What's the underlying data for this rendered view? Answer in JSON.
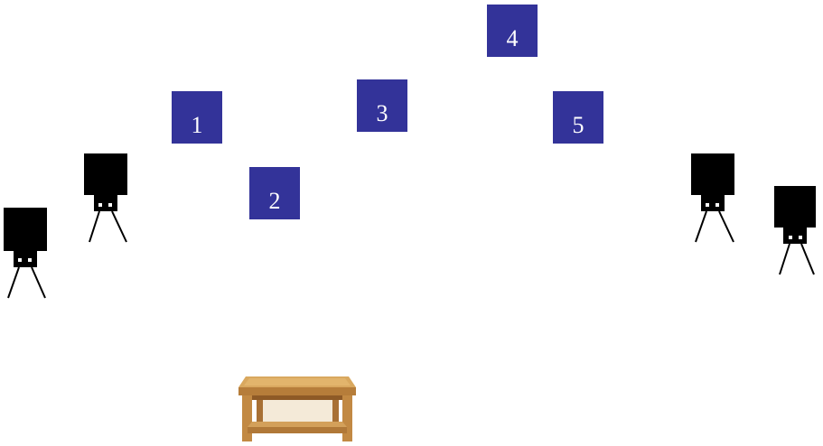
{
  "boxes": [
    {
      "label": "1"
    },
    {
      "label": "2"
    },
    {
      "label": "3"
    },
    {
      "label": "4"
    },
    {
      "label": "5"
    }
  ],
  "colors": {
    "box_fill": "#333399",
    "box_text": "#ffffff",
    "speaker": "#000000",
    "table_wood": "#c8944a"
  },
  "icons": {
    "speaker": "speaker-stand-icon",
    "table": "wooden-coffee-table-icon"
  }
}
